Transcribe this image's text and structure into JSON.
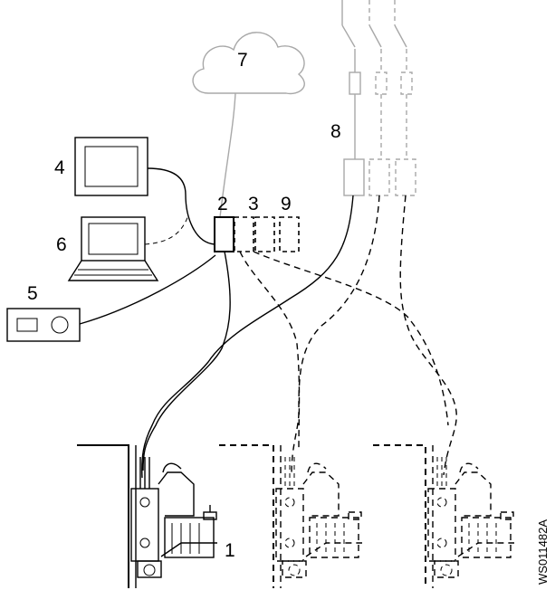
{
  "labels": {
    "pump": "1",
    "controller": "2",
    "module_a": "3",
    "monitor": "4",
    "control_box": "5",
    "laptop": "6",
    "cloud": "7",
    "power_supply": "8",
    "module_b": "9"
  },
  "drawing_code": "WS011482A",
  "colors": {
    "line": "#000000",
    "grey": "#a8a8a8"
  }
}
